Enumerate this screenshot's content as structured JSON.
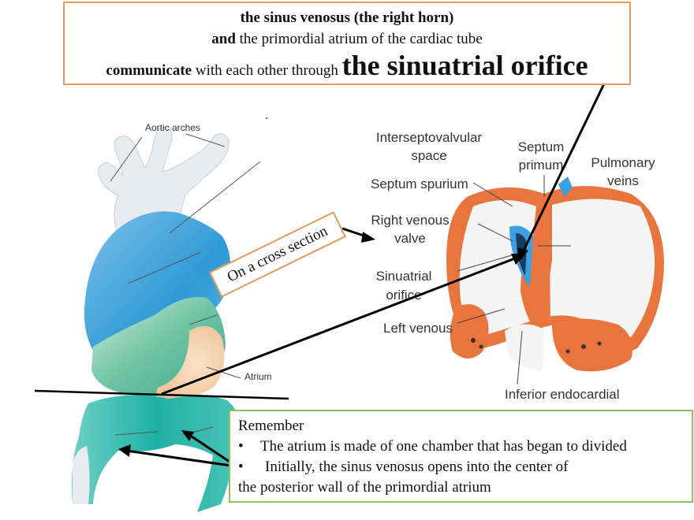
{
  "title": {
    "line1": "the sinus venosus (the right horn)",
    "line2_bold": "and",
    "line2_rest": " the primordial atrium of the cardiac tube",
    "line3_bold": "communicate",
    "line3_rest": " with each other through ",
    "line3_big": "the sinuatrial orifice"
  },
  "left_labels": {
    "aortic_arches": "Aortic arches",
    "atrium": "Atrium"
  },
  "right_labels": {
    "interseptovalvular_1": "Interseptovalvular",
    "interseptovalvular_2": "space",
    "septum_primum_1": "Septum",
    "septum_primum_2": "primum",
    "pulmonary_1": "Pulmonary",
    "pulmonary_2": "veins",
    "septum_spurium": "Septum spurium",
    "right_venous_1": "Right venous",
    "right_venous_2": "valve",
    "sinuatrial_1": "Sinuatrial",
    "sinuatrial_2": "orifice",
    "left_venous": "Left venous",
    "inferior": "Inferior endocardial"
  },
  "cross_section": "On a cross section",
  "remember": {
    "heading": "Remember",
    "bullet1": "The atrium is made of one chamber that has began to divided",
    "bullet2": "Initially, the sinus venosus opens into the center of",
    "bullet2_cont": "the posterior wall of the primordial atrium"
  },
  "colors": {
    "orange_border": "#e39a5c",
    "green_border": "#8cc063",
    "heart_orange": "#e8743e",
    "valve_blue": "#3aa0e0"
  }
}
